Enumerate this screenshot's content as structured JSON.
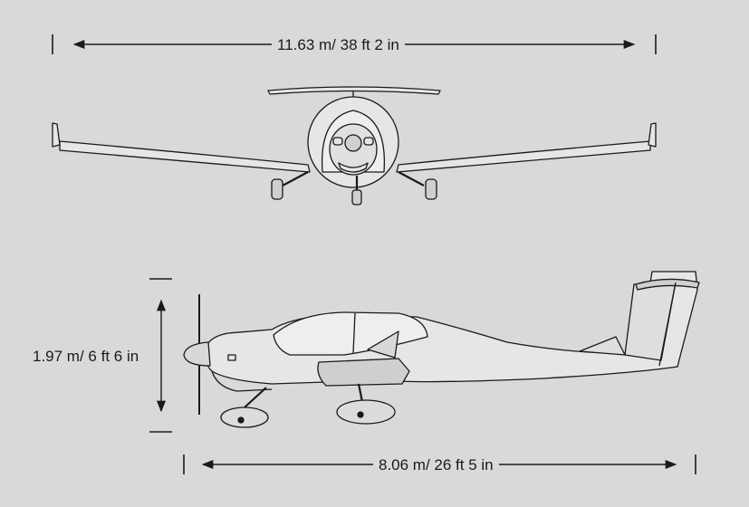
{
  "dimensions": {
    "wingspan": "11.63 m/ 38 ft 2 in",
    "height": "1.97 m/ 6 ft 6 in",
    "length": "8.06 m/ 26 ft 5 in"
  },
  "colors": {
    "background": "#d9d9d9",
    "line": "#1a1a1a",
    "fill": "#e6e6e6"
  }
}
